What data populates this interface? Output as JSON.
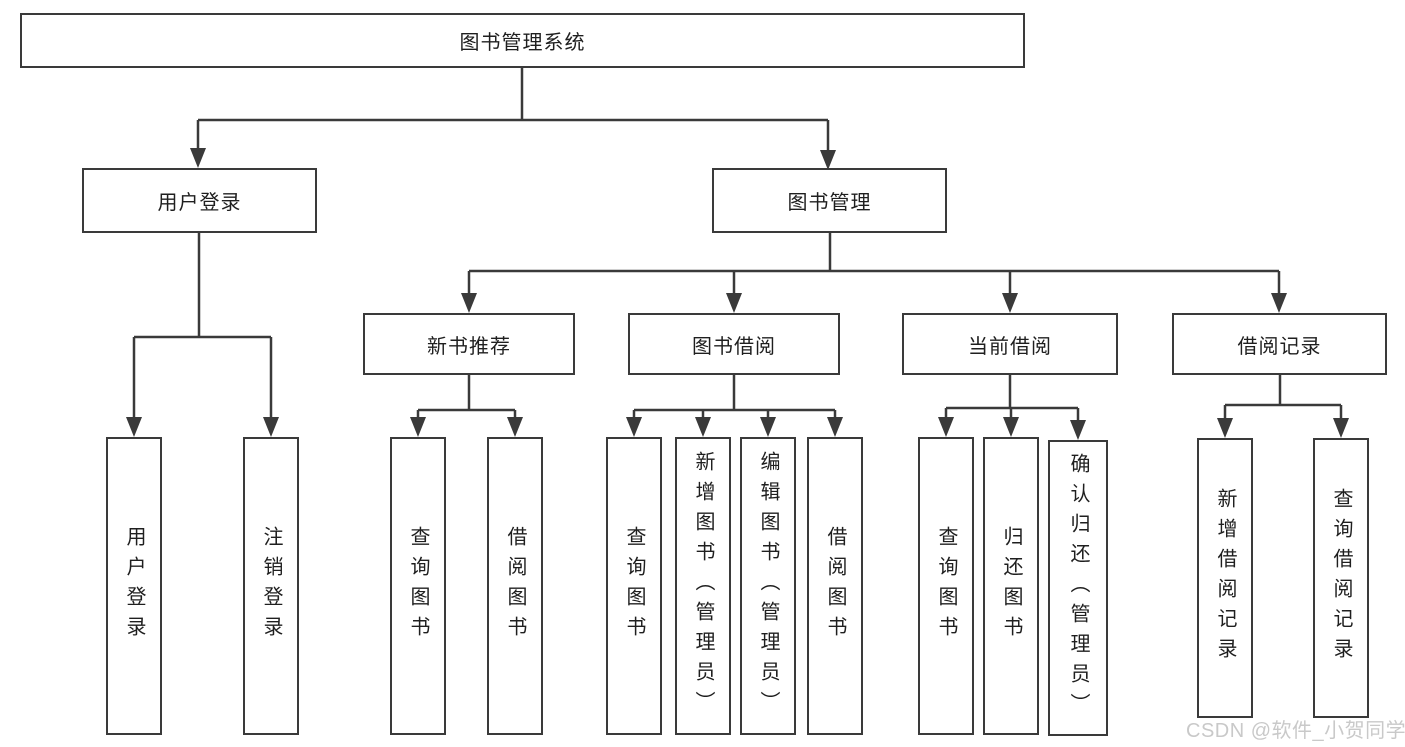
{
  "tree": {
    "root": {
      "label": "图书管理系统",
      "children": [
        {
          "label": "用户登录",
          "children": [
            {
              "label": "用户登录"
            },
            {
              "label": "注销登录"
            }
          ]
        },
        {
          "label": "图书管理",
          "children": [
            {
              "label": "新书推荐",
              "children": [
                {
                  "label": "查询图书"
                },
                {
                  "label": "借阅图书"
                }
              ]
            },
            {
              "label": "图书借阅",
              "children": [
                {
                  "label": "查询图书"
                },
                {
                  "label": "新增图书（管理员）"
                },
                {
                  "label": "编辑图书（管理员）"
                },
                {
                  "label": "借阅图书"
                }
              ]
            },
            {
              "label": "当前借阅",
              "children": [
                {
                  "label": "查询图书"
                },
                {
                  "label": "归还图书"
                },
                {
                  "label": "确认归还（管理员）"
                }
              ]
            },
            {
              "label": "借阅记录",
              "children": [
                {
                  "label": "新增借阅记录"
                },
                {
                  "label": "查询借阅记录"
                }
              ]
            }
          ]
        }
      ]
    },
    "watermark": "CSDN @软件_小贺同学",
    "colors": {
      "line": "#3a3a3a",
      "text": "#1f1f1f",
      "box_background": "#ffffff",
      "page_background": "#ffffff",
      "watermark": "#c9c9c9"
    }
  }
}
